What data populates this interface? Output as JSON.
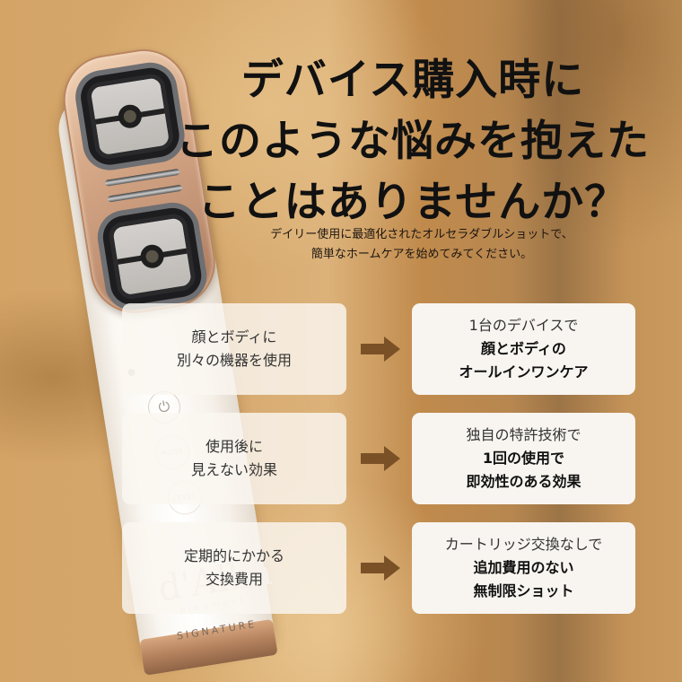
{
  "headline": {
    "lines": [
      "デバイス購入時に",
      "このような悩みを抱えた",
      "ことはありませんか？"
    ]
  },
  "subtitle": {
    "lines": [
      "デイリー使用に最適化されたオルセラダブルショットで、",
      "簡単なホームケアを始めてみてください。"
    ]
  },
  "comparisons": [
    {
      "before": [
        "顔とボディに",
        "別々の機器を使用"
      ],
      "after": {
        "intro": "1台のデバイスで",
        "highlight": [
          "顔とボディの",
          "オールインワンケア"
        ]
      }
    },
    {
      "before": [
        "使用後に",
        "見えない効果"
      ],
      "after": {
        "intro": "独自の特許技術で",
        "highlight": [
          "1回の使用で",
          "即効性のある効果"
        ]
      }
    },
    {
      "before": [
        "定期的にかかる",
        "交換費用"
      ],
      "after": {
        "intro": "カートリッジ交換なしで",
        "highlight": [
          "追加費用のない",
          "無制限ショット"
        ]
      }
    }
  ],
  "arrow_icon": "arrow-right-icon",
  "device": {
    "logo": "d'Alba",
    "logo_sub": "piedmont",
    "label": "SIGNATURE",
    "power_icon": "⏻",
    "mode_label": "MODE",
    "level_label": "LEVEL"
  },
  "colors": {
    "arrow": "#7a5126",
    "card_bg": "#f8f5f0",
    "headline": "#111111",
    "background_gold": "#d4a467",
    "rose_gold": "#c29274"
  }
}
